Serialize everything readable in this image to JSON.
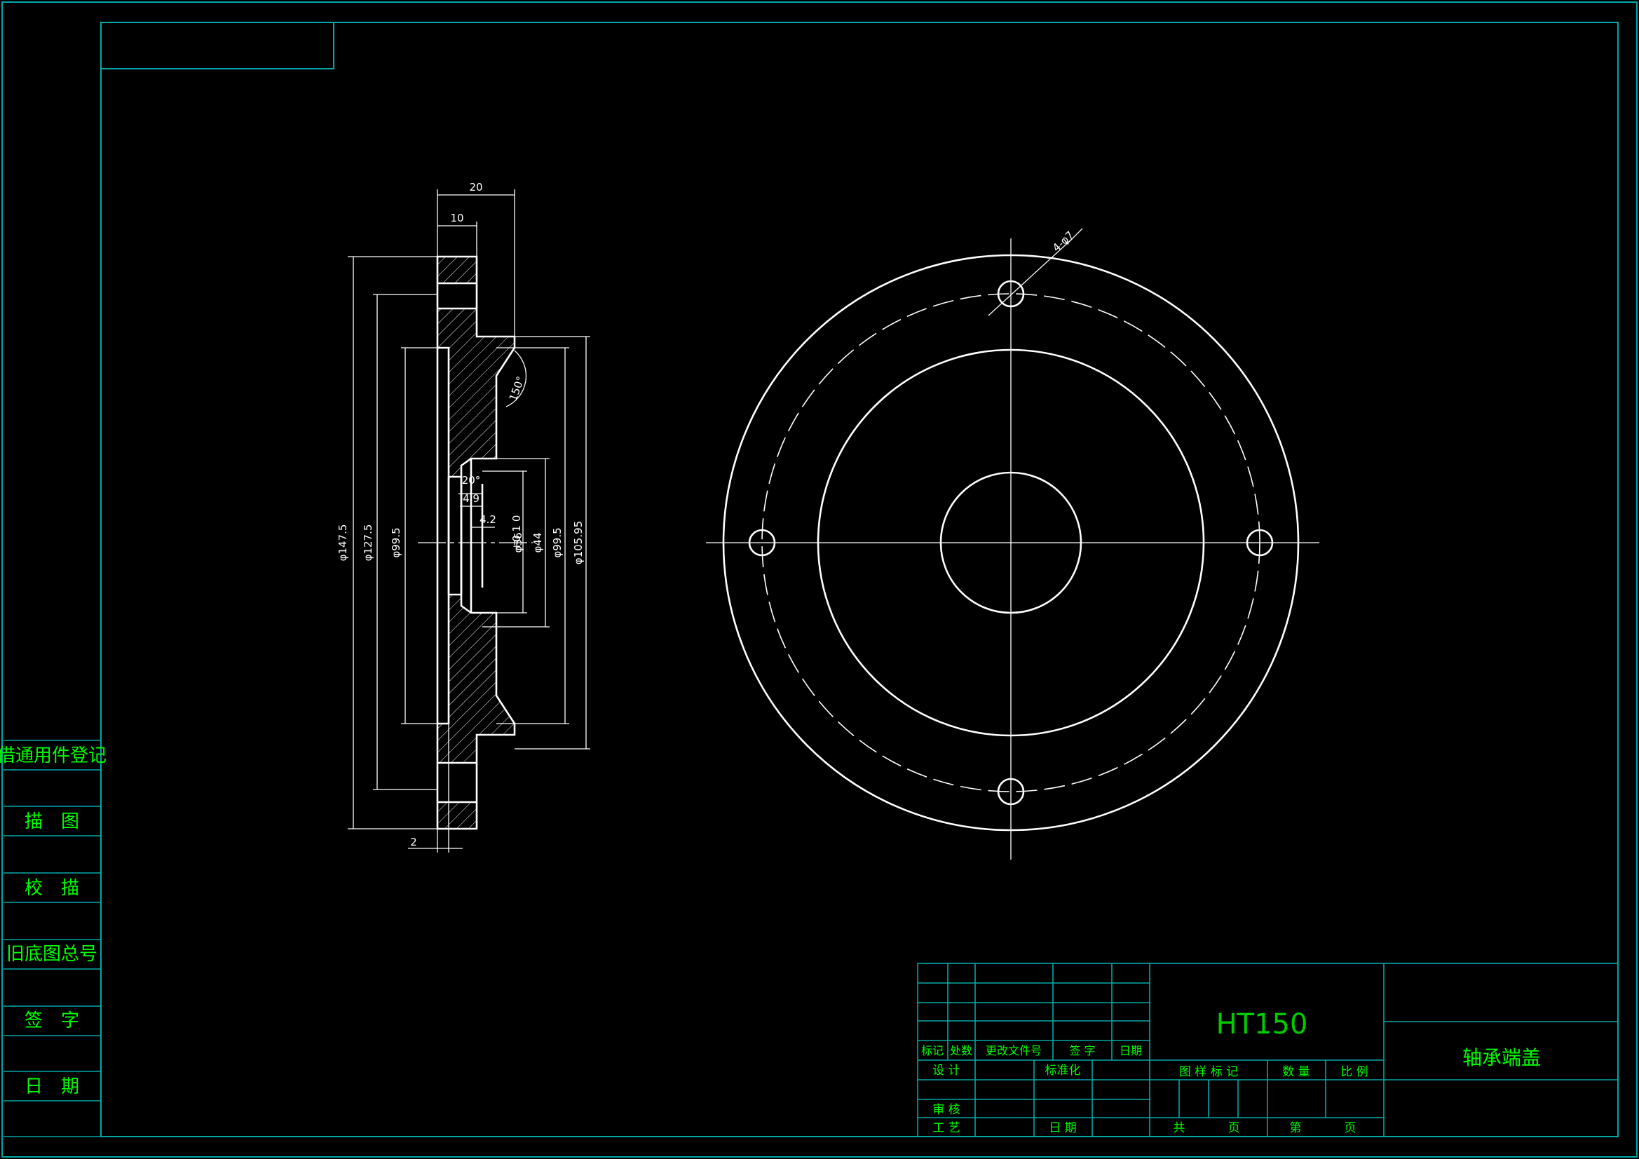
{
  "side_labels": [
    "借通用件登记",
    "描　图",
    "校　描",
    "旧底图总号",
    "签　字",
    "日　期"
  ],
  "dimensions": {
    "width_total": "20",
    "width_flange": "10",
    "dia_outer": "φ147.5",
    "dia_pcd": "φ127.5",
    "dia_recess": "φ99.5",
    "dia_bore": "φ36",
    "bore_tolerance": "+0.1\n0",
    "dia_hub": "φ44",
    "dia_spigot": "φ99.5",
    "dia_spigot_outer": "φ105.95",
    "angle_chamfer": "150°",
    "angle_groove": "20°",
    "groove_width": "4.9",
    "groove_depth": "4.2",
    "step": "2",
    "holes": "4-φ7"
  },
  "title_block": {
    "material": "HT150",
    "part_name": "轴承端盖",
    "rev_headers": [
      "标记",
      "处数",
      "更改文件号",
      "签 字",
      "日期"
    ],
    "design": "设 计",
    "standardize": "标准化",
    "review": "审 核",
    "process": "工 艺",
    "date": "日 期",
    "drawing_mark": "图 样 标 记",
    "quantity": "数 量",
    "scale": "比 例",
    "total": "共",
    "pages": "页",
    "sheet": "第",
    "page_of": "页"
  }
}
